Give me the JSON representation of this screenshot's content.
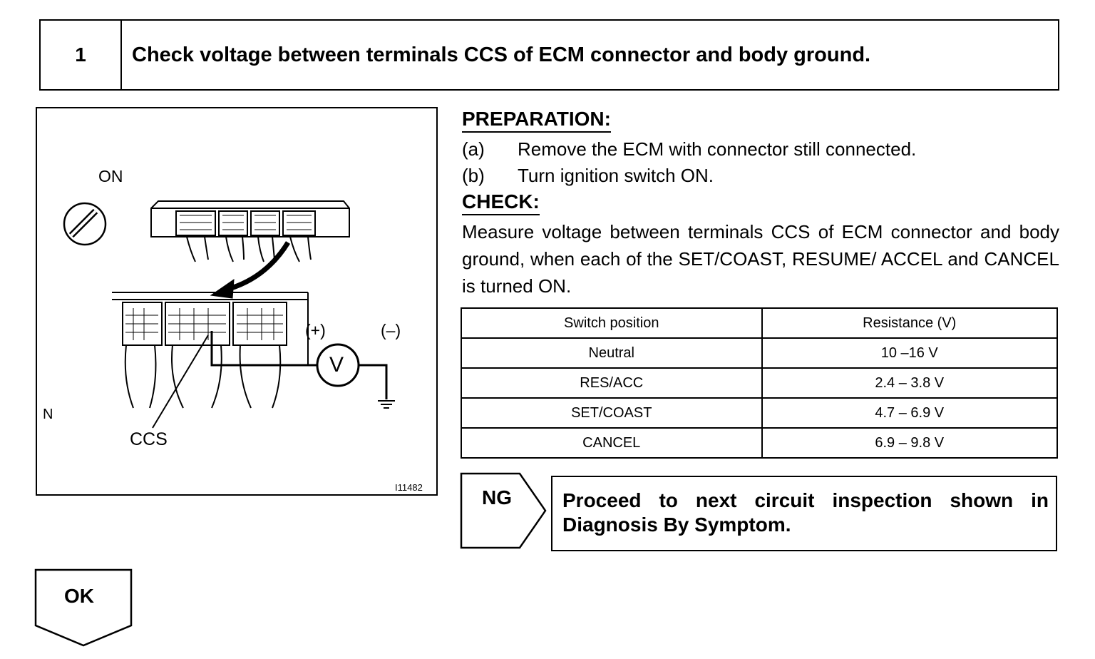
{
  "step": {
    "number": "1",
    "title": "Check voltage between terminals CCS of ECM connector and body ground."
  },
  "figure": {
    "ignition_label": "ON",
    "plus_label": "(+)",
    "minus_label": "(–)",
    "voltmeter_label": "V",
    "n_label": "N",
    "terminal_label": "CCS",
    "figure_code": "I11482"
  },
  "preparation": {
    "heading": "PREPARATION:",
    "steps": [
      {
        "label": "(a)",
        "text": "Remove the ECM with connector still connected."
      },
      {
        "label": "(b)",
        "text": "Turn ignition switch ON."
      }
    ]
  },
  "check": {
    "heading": "CHECK:",
    "body": "Measure voltage between terminals CCS of ECM connector and body ground, when each of the SET/COAST, RESUME/ ACCEL and CANCEL is turned ON."
  },
  "spec_table": {
    "headers": [
      "Switch position",
      "Resistance (V)"
    ],
    "rows": [
      [
        "Neutral",
        "10  –16 V"
      ],
      [
        "RES/ACC",
        "2.4 – 3.8 V"
      ],
      [
        "SET/COAST",
        "4.7 – 6.9 V"
      ],
      [
        "CANCEL",
        "6.9 – 9.8 V"
      ]
    ]
  },
  "ng": {
    "label": "NG",
    "result": "Proceed to next circuit inspection shown in Diagnosis By Symptom."
  },
  "ok": {
    "label": "OK"
  }
}
